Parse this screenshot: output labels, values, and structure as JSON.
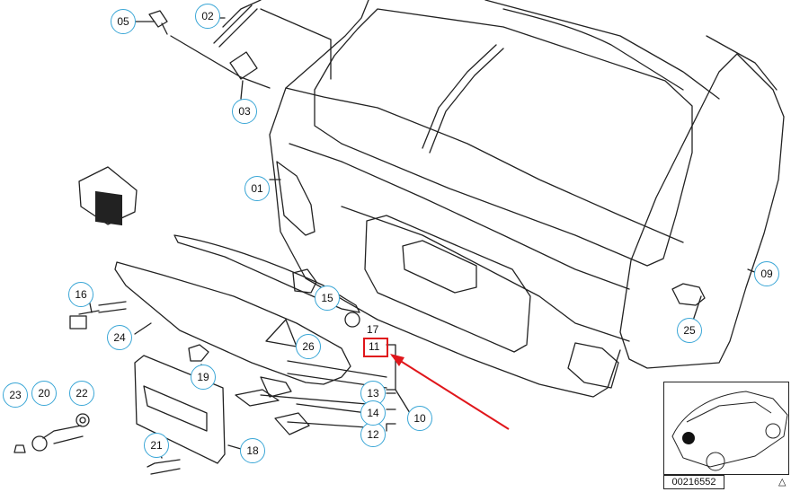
{
  "diagram": {
    "diagram_id": "00216552",
    "highlight_color": "#e0161b",
    "callout_color": "#3aa6d6",
    "highlighted_part": "11",
    "callouts": [
      {
        "id": "c01",
        "label": "01"
      },
      {
        "id": "c02",
        "label": "02"
      },
      {
        "id": "c03",
        "label": "03"
      },
      {
        "id": "c05",
        "label": "05"
      },
      {
        "id": "c09",
        "label": "09"
      },
      {
        "id": "c10",
        "label": "10"
      },
      {
        "id": "c12",
        "label": "12"
      },
      {
        "id": "c13",
        "label": "13"
      },
      {
        "id": "c14",
        "label": "14"
      },
      {
        "id": "c15",
        "label": "15"
      },
      {
        "id": "c16",
        "label": "16"
      },
      {
        "id": "c18",
        "label": "18"
      },
      {
        "id": "c19",
        "label": "19"
      },
      {
        "id": "c20",
        "label": "20"
      },
      {
        "id": "c21",
        "label": "21"
      },
      {
        "id": "c22",
        "label": "22"
      },
      {
        "id": "c23",
        "label": "23"
      },
      {
        "id": "c24",
        "label": "24"
      },
      {
        "id": "c25",
        "label": "25"
      },
      {
        "id": "c26",
        "label": "26"
      }
    ],
    "plain_labels": {
      "p11": "11",
      "p17": "17"
    },
    "corner_mark": "△"
  }
}
